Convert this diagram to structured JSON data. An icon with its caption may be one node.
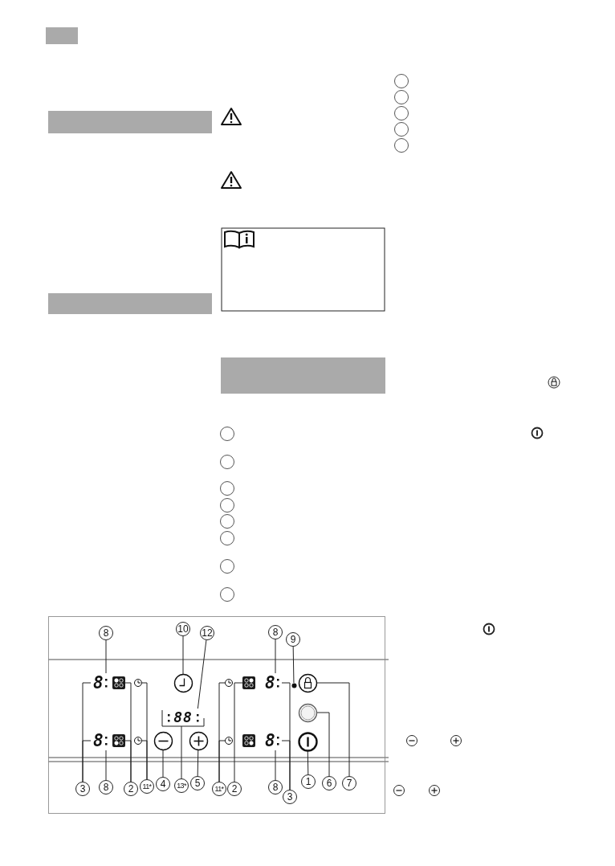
{
  "diagram": {
    "nodes": [
      {
        "text": [],
        "shape": "box"
      },
      {
        "text": [],
        "shape": "bar"
      },
      {
        "text": [],
        "shape": "bar"
      },
      {
        "text": [],
        "shape": "bar"
      },
      {
        "text": [],
        "shape": "circle"
      },
      {
        "text": [],
        "shape": "circle"
      },
      {
        "text": [],
        "shape": "circle"
      },
      {
        "text": [],
        "shape": "circle"
      },
      {
        "text": [],
        "shape": "circle"
      },
      {
        "text": [],
        "shape": "circle"
      },
      {
        "text": [],
        "shape": "circle"
      },
      {
        "text": [],
        "shape": "circle"
      },
      {
        "text": [],
        "shape": "circle"
      },
      {
        "text": [],
        "shape": "circle"
      },
      {
        "text": [],
        "shape": "circle"
      },
      {
        "text": [],
        "shape": "circle"
      },
      {
        "text": [],
        "shape": "circle"
      },
      {
        "text": [
          "8"
        ]
      },
      {
        "text": [
          "10"
        ]
      },
      {
        "text": [
          "12"
        ]
      },
      {
        "text": [
          "8"
        ]
      },
      {
        "text": [
          "9"
        ]
      },
      {
        "text": [
          "3"
        ]
      },
      {
        "text": [
          "8"
        ]
      },
      {
        "text": [
          "2"
        ]
      },
      {
        "text": [
          "11*"
        ]
      },
      {
        "text": [
          "4"
        ]
      },
      {
        "text": [
          "13*"
        ]
      },
      {
        "text": [
          "5"
        ]
      },
      {
        "text": [
          "11*"
        ]
      },
      {
        "text": [
          "2"
        ]
      },
      {
        "text": [
          "8"
        ]
      },
      {
        "text": [
          "3"
        ]
      },
      {
        "text": [
          "1"
        ]
      },
      {
        "text": [
          "6"
        ]
      },
      {
        "text": [
          "7"
        ]
      },
      {
        "text": [
          "8"
        ]
      },
      {
        "text": [],
        "shape": "box"
      },
      {
        "text": [],
        "shape": "circle"
      },
      {
        "text": [
          "8"
        ]
      },
      {
        "text": [],
        "shape": "box"
      },
      {
        "text": [],
        "shape": "circle"
      },
      {
        "text": [],
        "shape": "circle"
      },
      {
        "text": [
          "88"
        ]
      },
      {
        "text": [],
        "shape": "circle"
      },
      {
        "text": [],
        "shape": "circle"
      },
      {
        "text": [],
        "shape": "circle"
      },
      {
        "text": [],
        "shape": "box"
      },
      {
        "text": [
          "8"
        ]
      },
      {
        "text": [],
        "shape": "circle"
      },
      {
        "text": [],
        "shape": "circle"
      },
      {
        "text": [],
        "shape": "circle"
      },
      {
        "text": [],
        "shape": "box"
      },
      {
        "text": [
          "8"
        ]
      },
      {
        "text": [],
        "shape": "circle"
      },
      {
        "text": [],
        "shape": "circle"
      }
    ],
    "edges": [
      {
        "from": 17,
        "to": 36,
        "arrow": "none"
      },
      {
        "from": 18,
        "to": 42,
        "arrow": "none"
      },
      {
        "from": 19,
        "to": 43,
        "arrow": "none"
      },
      {
        "from": 20,
        "to": 48,
        "arrow": "none"
      },
      {
        "from": 21,
        "to": 49,
        "arrow": "none"
      },
      {
        "from": 22,
        "to": 36,
        "arrow": "none"
      },
      {
        "from": 22,
        "to": 39,
        "arrow": "none"
      },
      {
        "from": 23,
        "to": 39,
        "arrow": "none"
      },
      {
        "from": 24,
        "to": 37,
        "arrow": "none"
      },
      {
        "from": 24,
        "to": 40,
        "arrow": "none"
      },
      {
        "from": 25,
        "to": 38,
        "arrow": "none"
      },
      {
        "from": 25,
        "to": 41,
        "arrow": "none"
      },
      {
        "from": 26,
        "to": 44,
        "arrow": "none"
      },
      {
        "from": 27,
        "to": 43,
        "arrow": "none"
      },
      {
        "from": 28,
        "to": 45,
        "arrow": "none"
      },
      {
        "from": 29,
        "to": 46,
        "arrow": "none"
      },
      {
        "from": 29,
        "to": 51,
        "arrow": "none"
      },
      {
        "from": 30,
        "to": 47,
        "arrow": "none"
      },
      {
        "from": 31,
        "to": 53,
        "arrow": "none"
      },
      {
        "from": 32,
        "to": 48,
        "arrow": "none"
      },
      {
        "from": 32,
        "to": 53,
        "arrow": "none"
      },
      {
        "from": 33,
        "to": 55,
        "arrow": "none"
      },
      {
        "from": 34,
        "to": 54,
        "arrow": "none"
      },
      {
        "from": 35,
        "to": 50,
        "arrow": "none"
      }
    ]
  }
}
